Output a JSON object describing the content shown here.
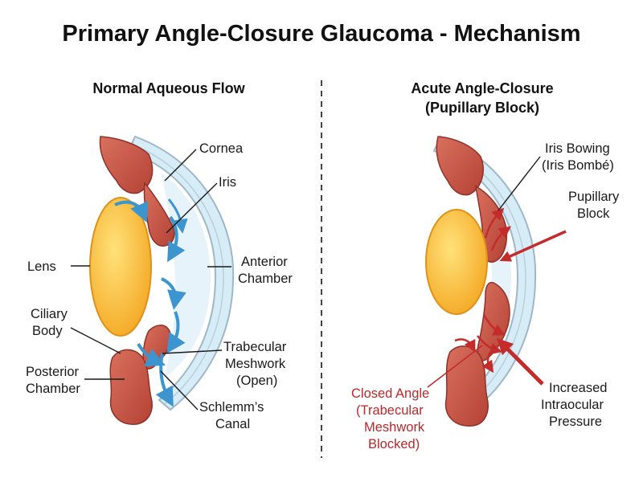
{
  "title": "Primary Angle-Closure Glaucoma - Mechanism",
  "left_panel": {
    "title": "Normal Aqueous Flow",
    "labels": {
      "cornea": "Cornea",
      "iris": "Iris",
      "lens": "Lens",
      "anterior_chamber": [
        "Anterior",
        "Chamber"
      ],
      "ciliary_body": [
        "Ciliary",
        "Body"
      ],
      "trabecular_meshwork": [
        "Trabecular",
        "Meshwork",
        "(Open)"
      ],
      "posterior_chamber": [
        "Posterior",
        "Chamber"
      ],
      "schlemms_canal": [
        "Schlemm’s",
        "Canal"
      ]
    }
  },
  "right_panel": {
    "title": [
      "Acute Angle-Closure",
      "(Pupillary Block)"
    ],
    "labels": {
      "iris_bowing": [
        "Iris Bowing",
        "(Iris Bombé)"
      ],
      "pupillary_block": [
        "Pupillary",
        "Block"
      ],
      "closed_angle": [
        "Closed Angle",
        "(Trabecular",
        "Meshwork",
        "Blocked)"
      ],
      "increased_iop": [
        "Increased",
        "Intraocular",
        "Pressure"
      ]
    }
  },
  "colors": {
    "tissue": "#bf4b3c",
    "tissue_light": "#d9705e",
    "lens": "#f8b62a",
    "lens_light": "#ffe27a",
    "cornea_fill": "#d6ecf7",
    "cornea_stroke": "#9fb7c6",
    "flow_arrow": "#3d95cf",
    "pressure_arrow": "#c42b2b",
    "divider": "#444444"
  }
}
